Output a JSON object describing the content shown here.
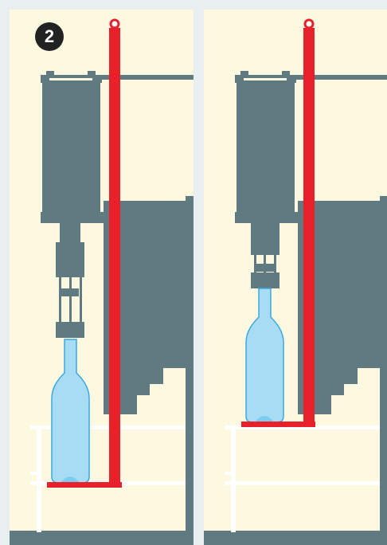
{
  "step": {
    "number": "2"
  },
  "colors": {
    "background": "#fdf9e1",
    "machine": "#5f7a80",
    "lever": "#e8202a",
    "bottle_fill": "#a8dcf5",
    "bottle_stroke": "#3aa8dd",
    "rail": "#ffffff",
    "frame": "#e9eef1"
  },
  "panels": [
    {
      "id": "before",
      "state": "bottle-lowered",
      "bottle": "empty-bottle"
    },
    {
      "id": "after",
      "state": "bottle-raised-onto-corker",
      "bottle": "empty-bottle"
    }
  ]
}
